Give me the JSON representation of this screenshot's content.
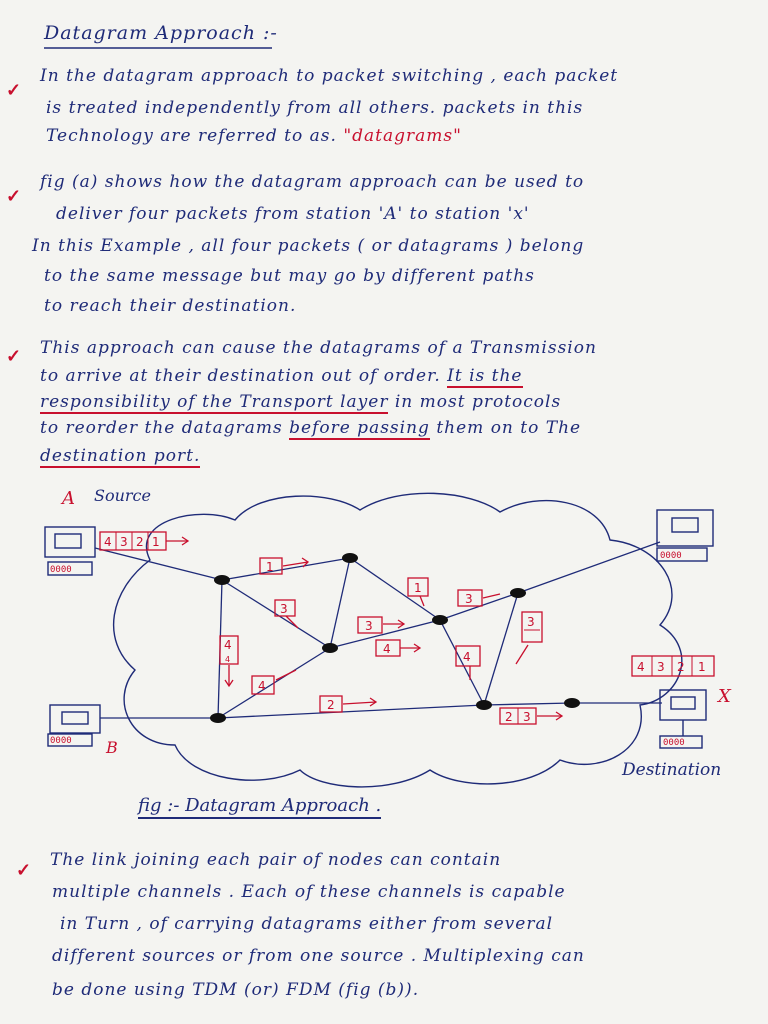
{
  "title": "Datagram Approach :-",
  "para1": {
    "l1": "In the datagram approach to packet switching , each packet",
    "l2": "is treated independently from all others. packets in this",
    "l3a": "Technology are referred to as. ",
    "l3b": "\"datagrams\""
  },
  "para2": {
    "l1": "fig (a) shows how the datagram approach can be used to",
    "l2": "deliver four packets from station 'A' to station 'x'",
    "l3": "In this Example , all four packets ( or datagrams ) belong",
    "l4": "to the same message but may go by different paths",
    "l5": "to reach their destination."
  },
  "para3": {
    "l1": "This approach can cause the datagrams of a Transmission",
    "l2a": "to arrive at their destination out of order. ",
    "l2b": "It is the",
    "l3a": "responsibility of the Transport layer",
    "l3b": " in most protocols",
    "l4a": "to reorder the datagrams ",
    "l4b": "before passing",
    "l4c": " them on to The",
    "l5": "destination port."
  },
  "diagram": {
    "source_letter": "A",
    "source_label": "Source",
    "b_label": "B",
    "x_label": "X",
    "dest_label": "Destination",
    "queue_src": [
      "4",
      "3",
      "2",
      "1"
    ],
    "queue_dst": [
      "4",
      "3",
      "2",
      "1"
    ],
    "pkt_labels": {
      "p1a": "1",
      "p3a": "3",
      "p4a": "4",
      "p4b": "4",
      "p3b": "3",
      "p4c": "4",
      "p1b": "1",
      "p3c": "3",
      "p4d": "4",
      "p3d": "3",
      "p2": "2",
      "p23a": "2",
      "p23b": "3"
    },
    "ports": "0000"
  },
  "caption": "fig :- Datagram Approach .",
  "para4": {
    "l1": "The link joining each pair of nodes can contain",
    "l2": "multiple channels . Each of these channels is capable",
    "l3": "in Turn , of carrying datagrams either from several",
    "l4": "different sources or from one source . Multiplexing can",
    "l5": "be done using TDM (or) FDM (fig (b))."
  },
  "colors": {
    "ink": "#1f2b78",
    "red": "#c8102e",
    "paper": "#f4f4f1"
  }
}
